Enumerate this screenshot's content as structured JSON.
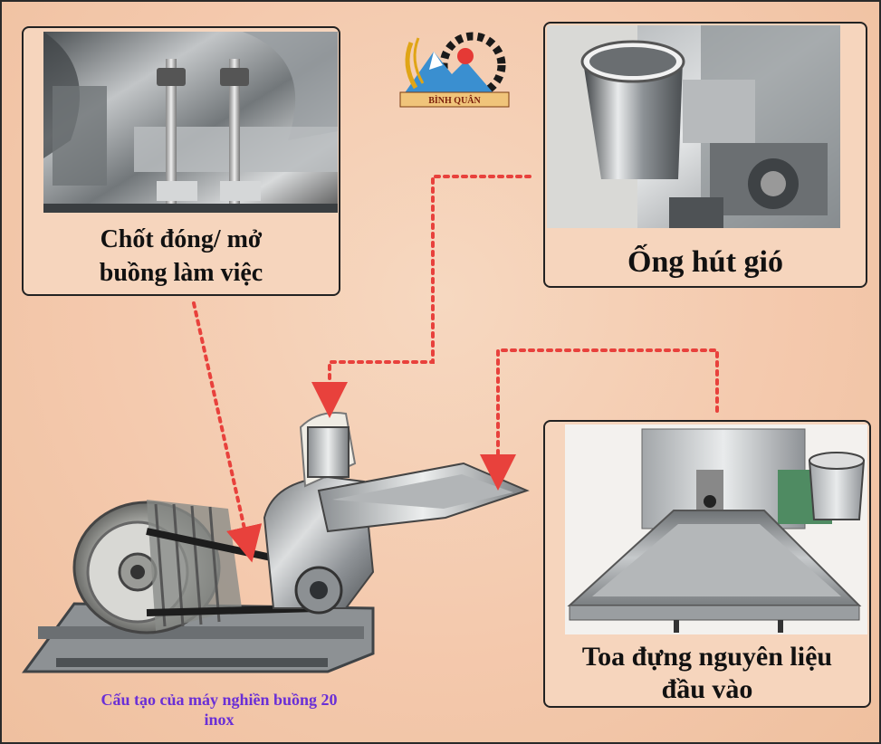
{
  "panels": {
    "lock": {
      "caption_line1": "Chốt đóng/ mở",
      "caption_line2": "buồng làm việc"
    },
    "air_pipe": {
      "caption": "Ống hút gió"
    },
    "hopper": {
      "caption_line1": "Toa đựng nguyên liệu",
      "caption_line2": "đầu vào"
    }
  },
  "machine_caption_line1": "Cấu tạo của máy nghiền buồng 20",
  "machine_caption_line2": "inox",
  "logo": {
    "text": "BÌNH QUÂN"
  },
  "colors": {
    "arrow": "#e8413c",
    "caption_purple": "#6a2fd6",
    "border": "#222222"
  }
}
